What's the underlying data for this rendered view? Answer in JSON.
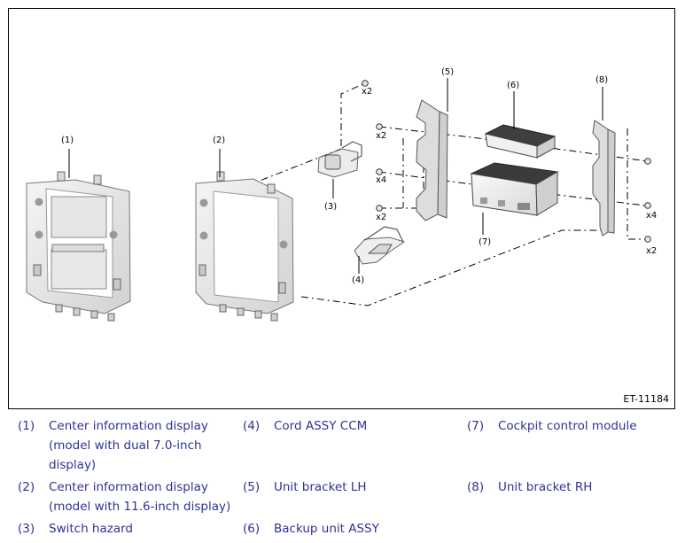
{
  "diagram": {
    "figure_code": "ET-11184",
    "labels": {
      "p1": "(1)",
      "p2": "(2)",
      "p3": "(3)",
      "p4": "(4)",
      "p5": "(5)",
      "p6": "(6)",
      "p7": "(7)",
      "p8": "(8)"
    },
    "counts": {
      "p3_top": "x2",
      "p5_upper": "x2",
      "p5_middle": "x4",
      "p5_lower": "x2",
      "p8_upper": "x4",
      "p8_lower": "x2"
    }
  },
  "legend": [
    {
      "num": "(1)",
      "text": "Center information display (model with dual 7.0-inch display)"
    },
    {
      "num": "(2)",
      "text": "Center information display (model with 11.6-inch display)"
    },
    {
      "num": "(3)",
      "text": "Switch hazard"
    },
    {
      "num": "(4)",
      "text": "Cord ASSY CCM"
    },
    {
      "num": "(5)",
      "text": "Unit bracket LH"
    },
    {
      "num": "(6)",
      "text": "Backup unit ASSY"
    },
    {
      "num": "(7)",
      "text": "Cockpit control module"
    },
    {
      "num": "(8)",
      "text": "Unit bracket RH"
    }
  ]
}
